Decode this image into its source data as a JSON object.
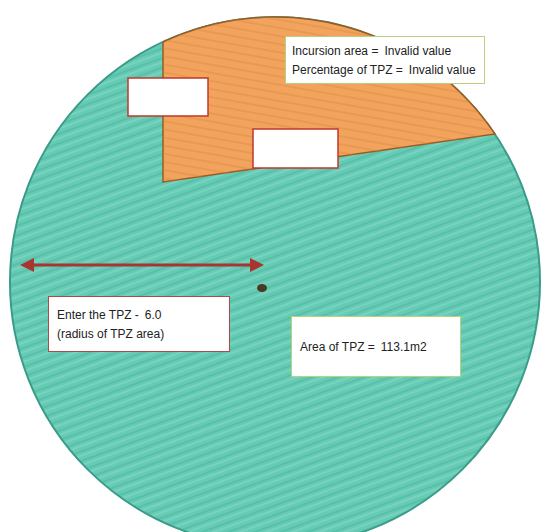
{
  "diagram": {
    "nodes": [
      {
        "text": [
          "Incursion area =",
          "Invalid value",
          "Percentage of TPZ =",
          "Invalid value"
        ]
      },
      {
        "text": [
          "Enter the TPZ -",
          "6.0",
          "(radius of TPZ area)"
        ]
      },
      {
        "text": [
          "Area of TPZ =",
          "113.1m2"
        ]
      }
    ]
  }
}
